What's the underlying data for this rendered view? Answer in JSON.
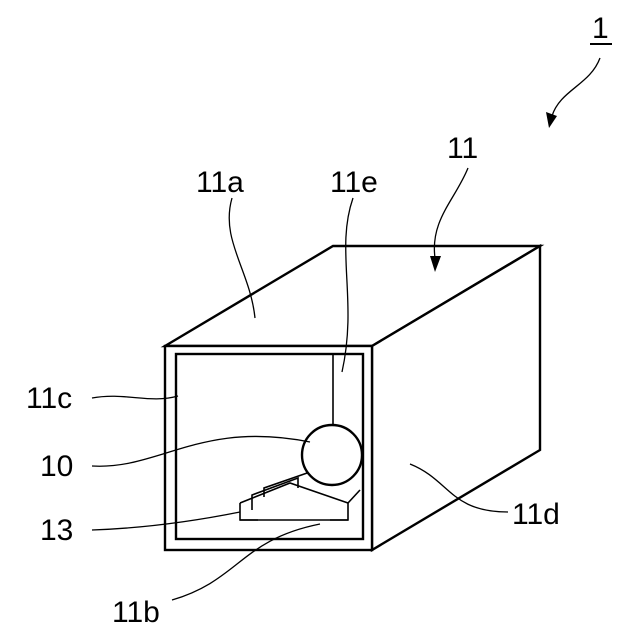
{
  "labels": {
    "assembly": "1",
    "housing": "11",
    "top_wall": "11a",
    "bottom_wall": "11b",
    "left_wall": "11c",
    "right_wall": "11d",
    "back_wall": "11e",
    "ball": "10",
    "holder": "13"
  }
}
